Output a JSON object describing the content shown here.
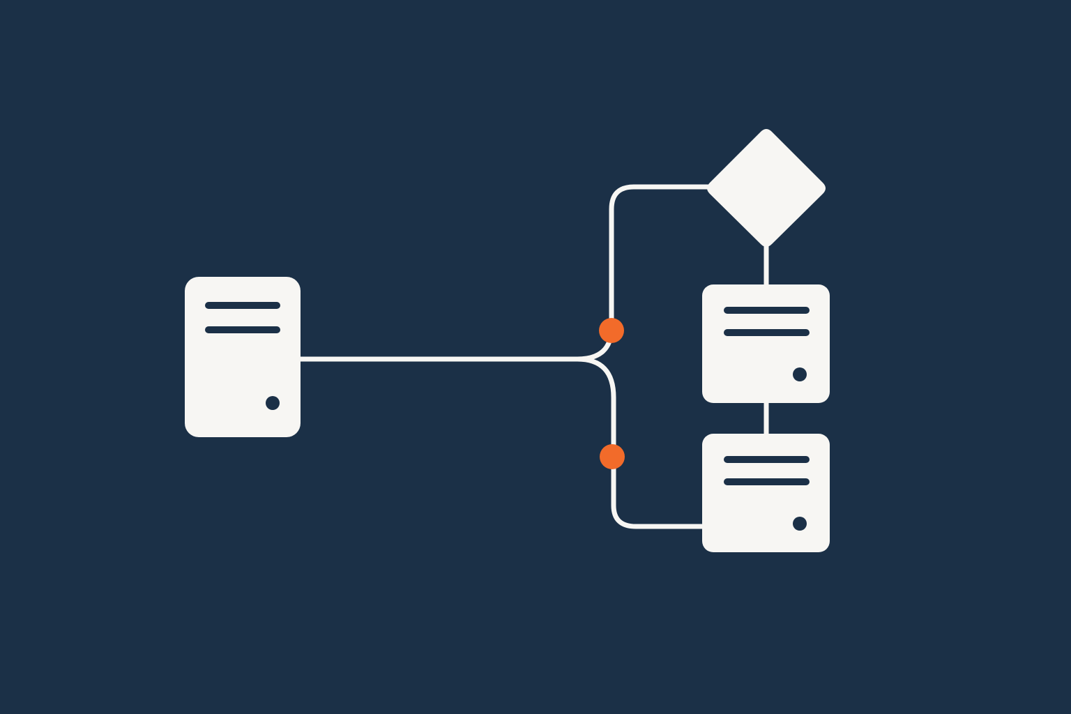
{
  "colors": {
    "background": "#1b3047",
    "node_fill": "#f7f6f3",
    "connector": "#f7f6f3",
    "junction": "#f26b2a",
    "slot": "#1b3047"
  },
  "nodes": [
    {
      "id": "server-left",
      "shape": "server",
      "icon": "server-icon"
    },
    {
      "id": "decision",
      "shape": "diamond",
      "icon": "diamond-icon"
    },
    {
      "id": "server-right-top",
      "shape": "server",
      "icon": "server-icon"
    },
    {
      "id": "server-right-bottom",
      "shape": "server",
      "icon": "server-icon"
    }
  ],
  "edges": [
    {
      "from": "server-left",
      "to": "decision",
      "junction": true
    },
    {
      "from": "server-left",
      "to": "server-right-bottom",
      "junction": true
    },
    {
      "from": "decision",
      "to": "server-right-top",
      "junction": false
    },
    {
      "from": "server-right-top",
      "to": "server-right-bottom",
      "junction": false
    }
  ]
}
